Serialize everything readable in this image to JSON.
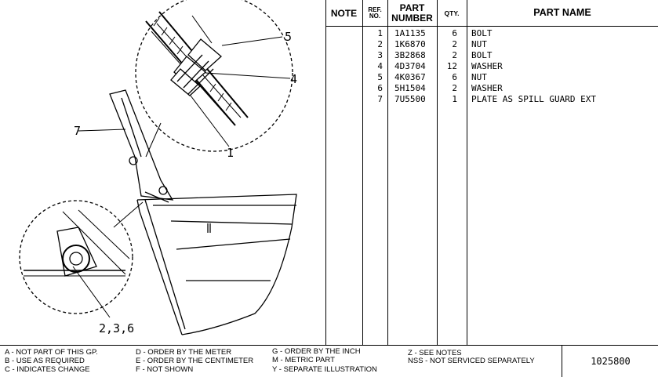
{
  "callouts": {
    "c5": "5",
    "c4": "4",
    "c7": "7",
    "c1": "1",
    "c236": "2,3,6"
  },
  "table": {
    "headers": {
      "note": "NOTE",
      "ref_line1": "REF.",
      "ref_line2": "NO.",
      "part_line1": "PART",
      "part_line2": "NUMBER",
      "qty": "QTY.",
      "name": "PART NAME"
    },
    "rows": [
      {
        "ref": "1",
        "part": "1A1135",
        "qty": "6",
        "name": "BOLT"
      },
      {
        "ref": "2",
        "part": "1K6870",
        "qty": "2",
        "name": "NUT"
      },
      {
        "ref": "3",
        "part": "3B2868",
        "qty": "2",
        "name": "BOLT"
      },
      {
        "ref": "4",
        "part": "4D3704",
        "qty": "12",
        "name": "WASHER"
      },
      {
        "ref": "5",
        "part": "4K0367",
        "qty": "6",
        "name": "NUT"
      },
      {
        "ref": "6",
        "part": "5H1504",
        "qty": "2",
        "name": "WASHER"
      },
      {
        "ref": "7",
        "part": "7U5500",
        "qty": "1",
        "name": "PLATE AS SPILL GUARD EXT"
      }
    ]
  },
  "legend": {
    "a": "A - NOT PART OF THIS GP.",
    "b": "B - USE AS REQUIRED",
    "c": "C - INDICATES CHANGE",
    "d": "D - ORDER BY THE METER",
    "e": "E - ORDER BY THE CENTIMETER",
    "f": "F - NOT SHOWN",
    "g": "G - ORDER BY THE INCH",
    "m": "M - METRIC PART",
    "y": "Y - SEPARATE ILLUSTRATION",
    "z": "Z - SEE NOTES",
    "nss": "NSS - NOT SERVICED SEPARATELY",
    "doc_id": "1025800"
  }
}
